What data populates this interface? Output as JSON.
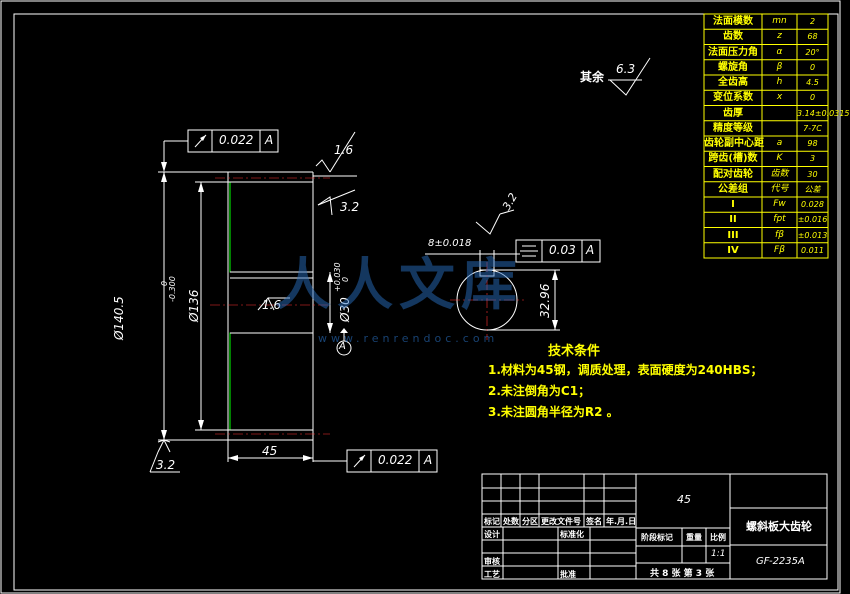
{
  "params": {
    "rows": [
      {
        "name": "法面模数",
        "sym": "mn",
        "val": "2"
      },
      {
        "name": "齿数",
        "sym": "z",
        "val": "68"
      },
      {
        "name": "法面压力角",
        "sym": "α",
        "val": "20°"
      },
      {
        "name": "螺旋角",
        "sym": "β",
        "val": "0"
      },
      {
        "name": "全齿高",
        "sym": "h",
        "val": "4.5"
      },
      {
        "name": "变位系数",
        "sym": "x",
        "val": "0"
      },
      {
        "name": "齿厚",
        "sym": "",
        "val": "3.14±0.0315"
      },
      {
        "name": "精度等级",
        "sym": "",
        "val": "7-7C"
      },
      {
        "name": "齿轮副中心距",
        "sym": "a",
        "val": "98"
      },
      {
        "name": "跨齿(槽)数",
        "sym": "K",
        "val": "3"
      },
      {
        "name": "配对齿轮",
        "sym": "齿数",
        "val": "30"
      },
      {
        "name": "公差组",
        "sym": "代号",
        "val": "公差"
      },
      {
        "name": "I",
        "sym": "Fw",
        "val": "0.028"
      },
      {
        "name": "II",
        "sym": "fpt",
        "val": "±0.016"
      },
      {
        "name": "III",
        "sym": "fβ",
        "val": "±0.013"
      },
      {
        "name": "IV",
        "sym": "Fβ",
        "val": "0.011"
      }
    ]
  },
  "dims": {
    "runout_top": "0.022",
    "runout_bottom": "0.022",
    "datum_a": "A",
    "od": "Ø140.5",
    "od_tol_upper": "0",
    "od_tol_lower": "-0.300",
    "root_dia": "Ø136",
    "bore": "Ø30",
    "bore_tol_upper": "+0.030",
    "bore_tol_lower": "0",
    "width": "45",
    "rough_16_top": "1.6",
    "rough_32_face": "3.2",
    "rough_16_bore": "1.6",
    "rough_32_bottom": "3.2",
    "rough_32_key": "3.2",
    "key_sym": "8±0.018",
    "key_sym_tol": "0.03",
    "key_depth": "32.96",
    "others_label": "其余",
    "others_value": "6.3"
  },
  "tech": {
    "title": "技术条件",
    "items": [
      "1.材料为45钢，调质处理，表面硬度为240HBS；",
      "2.未注倒角为C1；",
      "3.未注圆角半径为R2 。"
    ]
  },
  "title_block": {
    "material": "45",
    "part_name": "螺斜板大齿轮",
    "drawing_no": "GF-2235A",
    "scale": "1:1",
    "sheets": "共 8 张 第 3 张",
    "h_mark": "标记",
    "h_count": "处数",
    "h_zone": "分区",
    "h_doc": "更改文件号",
    "h_sign": "签名",
    "h_date": "年.月.日",
    "h_design": "设计",
    "h_std": "标准化",
    "h_review": "审核",
    "h_process": "工艺",
    "h_approve": "批准",
    "h_stage": "阶段标记",
    "h_weight": "重量",
    "h_ratio": "比例"
  },
  "watermark": {
    "main": "人人文库",
    "url": "www.renrendoc.com"
  }
}
